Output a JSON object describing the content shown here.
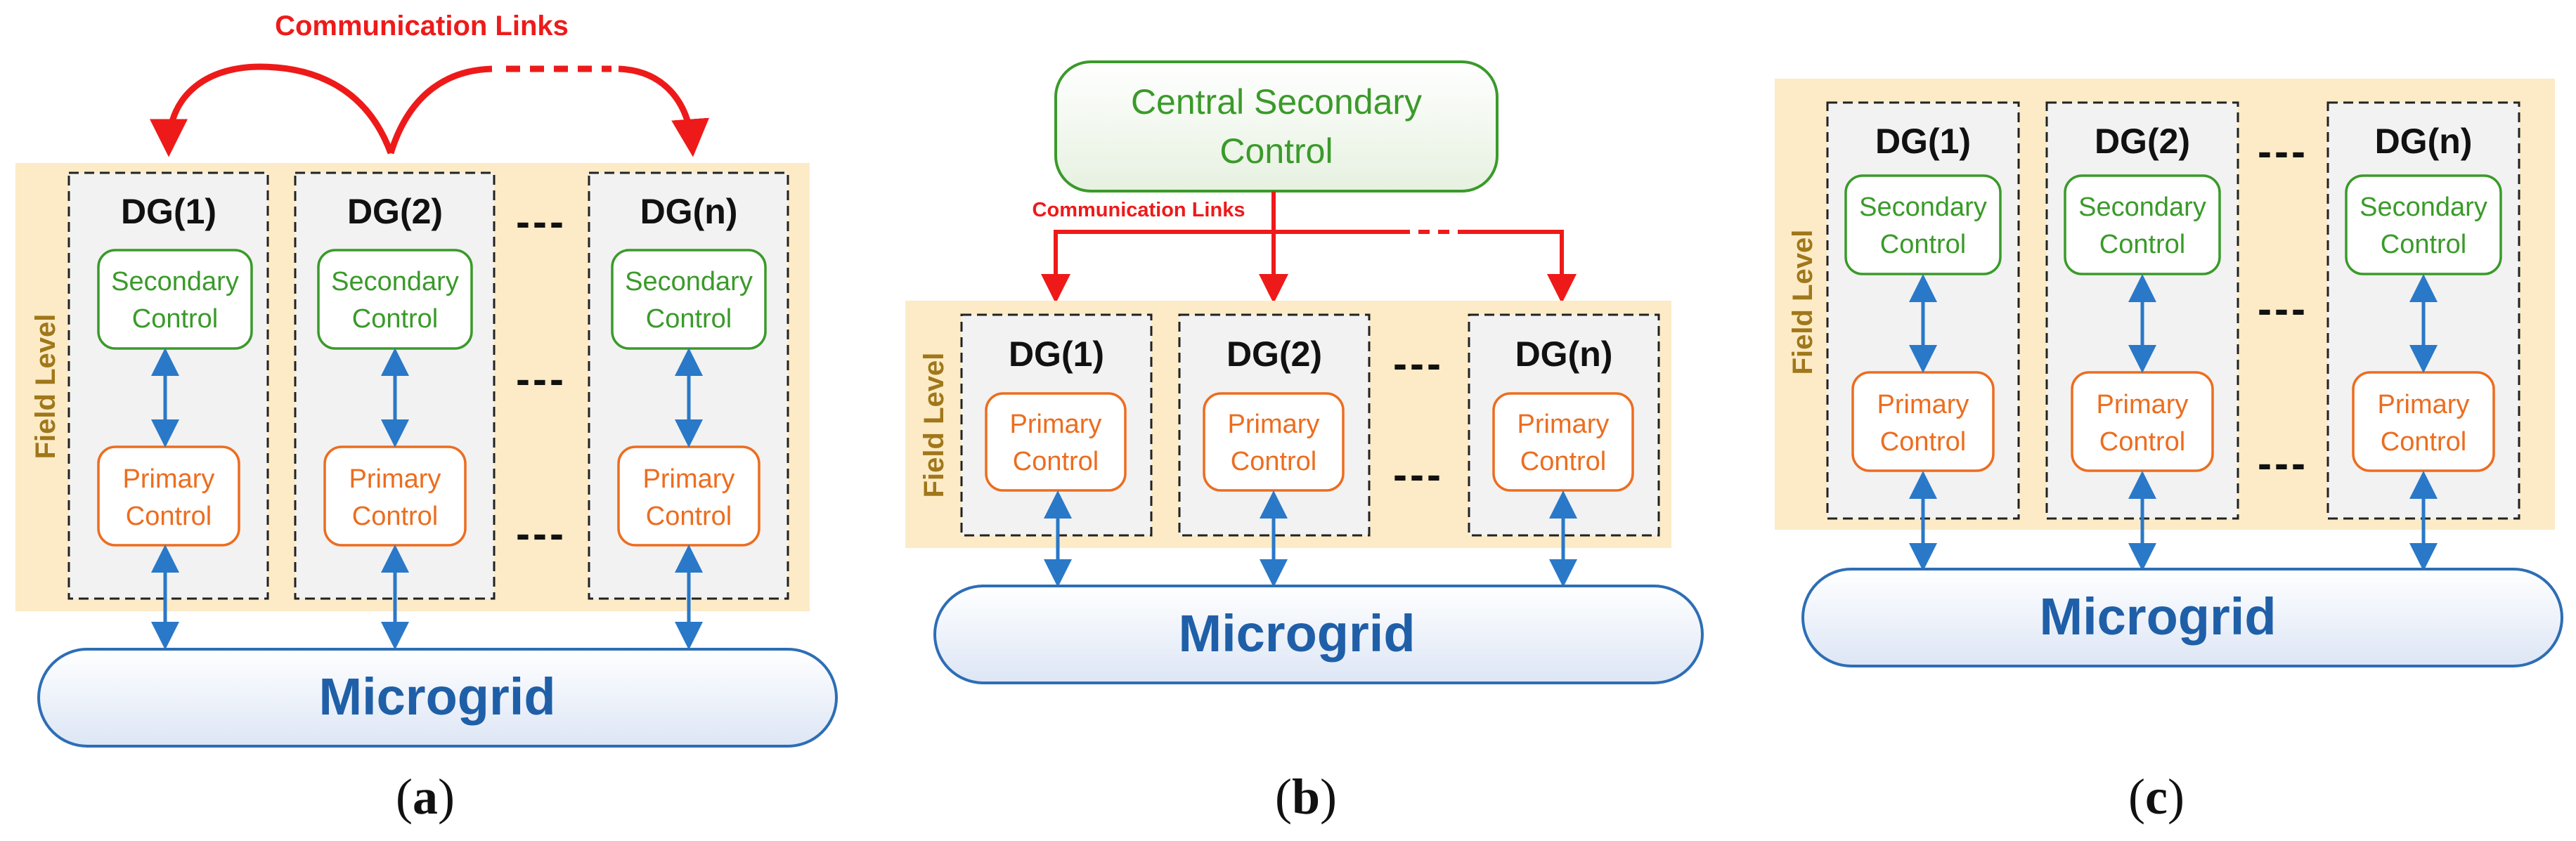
{
  "panel_a": {
    "communication_label": "Communication Links",
    "field_label": "Field Level",
    "dg1": "DG(1)",
    "dg2": "DG(2)",
    "dgn": "DG(n)",
    "secondary_line1": "Secondary",
    "secondary_line2": "Control",
    "primary_line1": "Primary",
    "primary_line2": "Control",
    "ellipsis": "---",
    "microgrid": "Microgrid",
    "caption_open": "(",
    "caption_letter": "a",
    "caption_close": ")"
  },
  "panel_b": {
    "central_line1": "Central Secondary",
    "central_line2": "Control",
    "communication_label": "Communication Links",
    "field_label": "Field Level",
    "dg1": "DG(1)",
    "dg2": "DG(2)",
    "dgn": "DG(n)",
    "primary_line1": "Primary",
    "primary_line2": "Control",
    "ellipsis": "---",
    "microgrid": "Microgrid",
    "caption_open": "(",
    "caption_letter": "b",
    "caption_close": ")"
  },
  "panel_c": {
    "field_label": "Field Level",
    "dg1": "DG(1)",
    "dg2": "DG(2)",
    "dgn": "DG(n)",
    "secondary_line1": "Secondary",
    "secondary_line2": "Control",
    "primary_line1": "Primary",
    "primary_line2": "Control",
    "ellipsis": "---",
    "microgrid": "Microgrid",
    "caption_open": "(",
    "caption_letter": "c",
    "caption_close": ")"
  },
  "colors": {
    "field_band": "#fcebc6",
    "dg_box_fill": "#f2f2f2",
    "secondary": "#3a9a2a",
    "primary": "#ec6d1f",
    "arrow_blue": "#2a78c8",
    "link_red": "#ee1a1a",
    "microgrid_text": "#1f5fa8",
    "microgrid_border": "#2d6eb5"
  }
}
